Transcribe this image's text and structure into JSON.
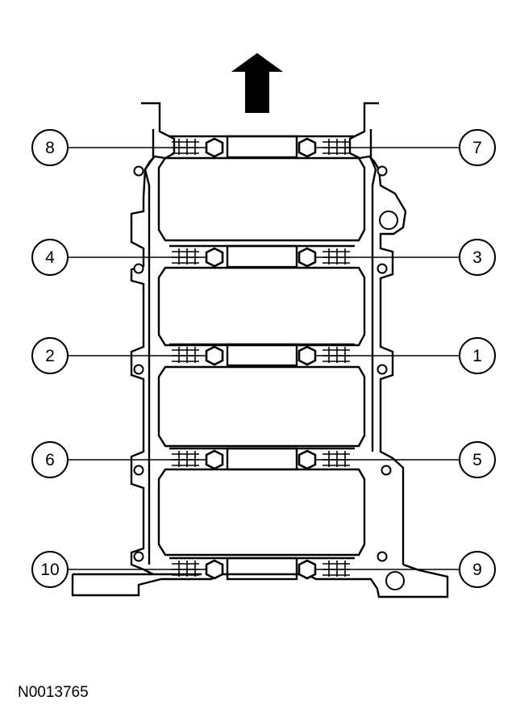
{
  "figure": {
    "reference_id": "N0013765",
    "direction": "front-arrow-icon",
    "callouts": [
      {
        "label": "8"
      },
      {
        "label": "7"
      },
      {
        "label": "4"
      },
      {
        "label": "3"
      },
      {
        "label": "2"
      },
      {
        "label": "1"
      },
      {
        "label": "6"
      },
      {
        "label": "5"
      },
      {
        "label": "10"
      },
      {
        "label": "9"
      }
    ]
  }
}
